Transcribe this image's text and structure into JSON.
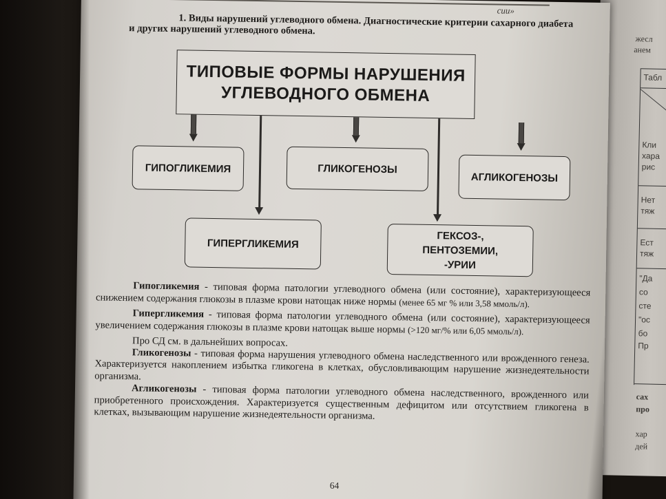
{
  "header": {
    "running_title_fragment": "сии»"
  },
  "section": {
    "title_line1": "1. Виды нарушений углеводного обмена. Диагностические критерии сахарного диабета",
    "title_line2": "и других нарушений углеводного обмена."
  },
  "diagram": {
    "main_title_line1": "ТИПОВЫЕ ФОРМЫ НАРУШЕНИЯ",
    "main_title_line2": "УГЛЕВОДНОГО ОБМЕНА",
    "hypoglycemia": "ГИПОГЛИКЕМИЯ",
    "glycogenoses": "ГЛИКОГЕНОЗЫ",
    "aglycogenoses": "АГЛИКОГЕНОЗЫ",
    "hyperglycemia": "ГИПЕРГЛИКЕМИЯ",
    "hexoses_line1": "ГЕКСОЗ-,",
    "hexoses_line2": "ПЕНТОЗЕМИИ,",
    "hexoses_line3": "-УРИИ"
  },
  "text": {
    "p1_term": "Гипогликемия",
    "p1_body": " - типовая форма патологии углеводного обмена (или состояние), характеризующееся снижением содержания глюкозы в плазме крови натощак ниже нормы ",
    "p1_small": "(менее 65 мг % или 3,58 ммоль/л).",
    "p2_term": "Гипергликемия",
    "p2_body": " - типовая форма патологии углеводного обмена (или состояние), характеризующееся увеличением содержания глюкозы в плазме крови натощак выше нормы ",
    "p2_small": "(>120 мг/% или 6,05 ммоль/л).",
    "p3": "Про СД см. в дальнейших вопросах.",
    "p4_term": "Гликогенозы",
    "p4_body": " - типовая форма нарушения углеводного обмена наследственного или врожденного генеза. Характеризуется накоплением избытка гликогена в клетках, обусловливающим нарушение жизнедеятельности организма.",
    "p5_term": "Агликогенозы",
    "p5_body": " - типовая форма патологии углеводного обмена наследственного, врожденного или приобретенного происхождения. Характеризуется существенным дефицитом или отсутствием гликогена в клетках, вызывающим нарушение жизнедеятельности организма."
  },
  "footer": {
    "page_number": "64"
  },
  "right_page": {
    "line1": "жесл",
    "line2": "анем",
    "table_header": "Табл",
    "r1a": "Кли",
    "r1b": "хара",
    "r1c": "рис",
    "r2a": "Нет",
    "r2b": "тяж",
    "r3a": "Ест",
    "r3b": "тяж",
    "r4a": "\"Да",
    "r4b": "со",
    "r4c": "сте",
    "r4d": "\"ос",
    "r4e": "бо",
    "r4f": "Пр",
    "b1": "сах",
    "b2": "про",
    "b3": "хар",
    "b4": "дей"
  }
}
